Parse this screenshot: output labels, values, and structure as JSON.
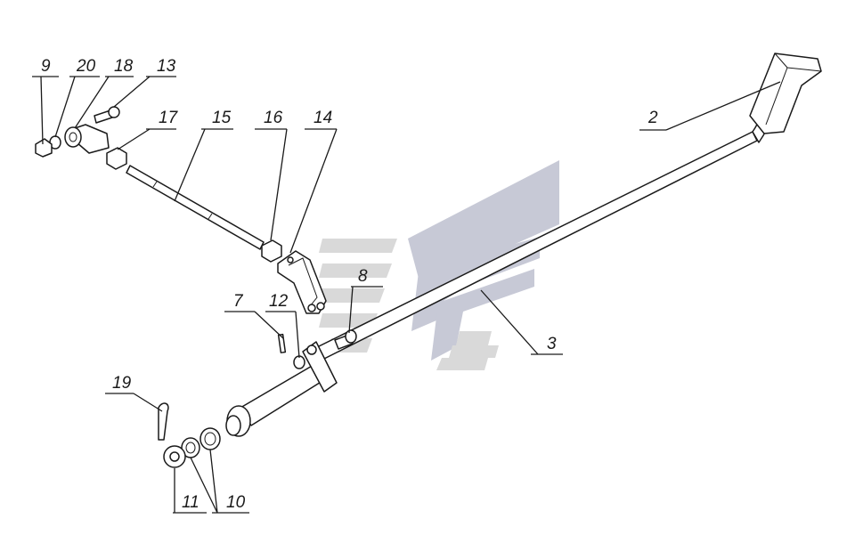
{
  "diagram": {
    "watermark_icon": "stylized-logo-watermark",
    "callouts": [
      {
        "id": "label-9",
        "text": "9"
      },
      {
        "id": "label-20",
        "text": "20"
      },
      {
        "id": "label-18",
        "text": "18"
      },
      {
        "id": "label-13",
        "text": "13"
      },
      {
        "id": "label-17",
        "text": "17"
      },
      {
        "id": "label-15",
        "text": "15"
      },
      {
        "id": "label-16",
        "text": "16"
      },
      {
        "id": "label-14",
        "text": "14"
      },
      {
        "id": "label-2",
        "text": "2"
      },
      {
        "id": "label-8",
        "text": "8"
      },
      {
        "id": "label-7",
        "text": "7"
      },
      {
        "id": "label-12",
        "text": "12"
      },
      {
        "id": "label-3",
        "text": "3"
      },
      {
        "id": "label-19",
        "text": "19"
      },
      {
        "id": "label-11",
        "text": "11"
      },
      {
        "id": "label-10",
        "text": "10"
      }
    ]
  }
}
